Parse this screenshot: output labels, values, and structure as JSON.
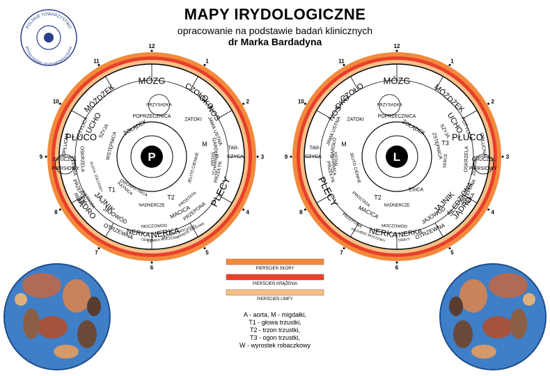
{
  "header": {
    "title": "MAPY IRYDOLOGICZNE",
    "subtitle": "opracowanie na podstawie badań klinicznych",
    "author": "dr Marka Bardadyna"
  },
  "logo": {
    "text_top": "POLSKIE TOWARZYSTWO",
    "text_bottom": "IRYDOLOGÓW I IRYDOMORFOLOGÓW"
  },
  "colors": {
    "ring_orange": "#f28a3c",
    "ring_red": "#e8402a",
    "ring_light": "#f7c089",
    "scene_blue": "#3f7fc7"
  },
  "left_iris": {
    "pupil_letter": "P",
    "hours": [
      "12",
      "1",
      "2",
      "3",
      "4",
      "5",
      "6",
      "7",
      "8",
      "9",
      "10",
      "11"
    ],
    "labels": [
      {
        "t": "MÓZG"
      },
      {
        "t": "PRZYSADKA"
      },
      {
        "t": "CZOŁO"
      },
      {
        "t": "OKO"
      },
      {
        "t": "NOS"
      },
      {
        "t": "ZATOKI"
      },
      {
        "t": "JAMA USTNA"
      },
      {
        "t": "M"
      },
      {
        "t": "GARDŁO"
      },
      {
        "t": "TAR-"
      },
      {
        "t": "CZYCA"
      },
      {
        "t": "KRTAŃ"
      },
      {
        "t": "TCHAWICA"
      },
      {
        "t": "PRZEŁYK"
      },
      {
        "t": "PLECY"
      },
      {
        "t": "PRZEPONA"
      },
      {
        "t": "MÓŻDŻEK"
      },
      {
        "t": "UCHO"
      },
      {
        "t": "POTYLICA"
      },
      {
        "t": "SZYJA"
      },
      {
        "t": "OPŁUCNA"
      },
      {
        "t": "PŁUCO"
      },
      {
        "t": "OSKRZELA"
      },
      {
        "t": "ŻEBRA"
      },
      {
        "t": "GRUCZOŁ"
      },
      {
        "t": "PIERSIOWY"
      },
      {
        "t": "PRZEPONA"
      },
      {
        "t": "REKA"
      },
      {
        "t": "WĄTROBA"
      },
      {
        "t": "JAJNIK"
      },
      {
        "t": "JĄDRO"
      },
      {
        "t": "JAJOWÓD"
      },
      {
        "t": "OTRZEWNA"
      },
      {
        "t": "NERKA"
      },
      {
        "t": "NERKA"
      },
      {
        "t": "MACICA"
      },
      {
        "t": "PROSTATA"
      },
      {
        "t": "T1"
      },
      {
        "t": "T2"
      },
      {
        "t": "ŻOŁĄDEK"
      },
      {
        "t": "POPRZECZNICA"
      },
      {
        "t": "WSTĘPNICA"
      },
      {
        "t": "DWUNASTNICA"
      },
      {
        "t": "KĄTNICA"
      },
      {
        "t": "JELITO CIENKIE"
      },
      {
        "t": "NADNERCZE"
      },
      {
        "t": "MOCZOWÓD"
      },
      {
        "t": "PĘCHERZ MOCZOWY"
      },
      {
        "t": "CEWKA MOCZOWA"
      },
      {
        "t": "PRĄCIE POCHWA"
      },
      {
        "t": "ODBYT"
      },
      {
        "t": "PŁECH. ŻÓŁCIOWY"
      }
    ]
  },
  "right_iris": {
    "pupil_letter": "L",
    "hours": [
      "12",
      "1",
      "2",
      "3",
      "4",
      "5",
      "6",
      "7",
      "8",
      "9",
      "10",
      "11"
    ],
    "labels": [
      {
        "t": "MÓZG"
      },
      {
        "t": "PRZYSADKA"
      },
      {
        "t": "CZOŁO"
      },
      {
        "t": "OKO"
      },
      {
        "t": "NOS"
      },
      {
        "t": "ZATOKI"
      },
      {
        "t": "JAMA USTNA"
      },
      {
        "t": "M"
      },
      {
        "t": "GARDŁO"
      },
      {
        "t": "TAR-"
      },
      {
        "t": "CZYCA"
      },
      {
        "t": "KRTAŃ"
      },
      {
        "t": "TCHAWICA"
      },
      {
        "t": "PRZEŁYK"
      },
      {
        "t": "PLECY"
      },
      {
        "t": "MÓŻDŻEK"
      },
      {
        "t": "UCHO"
      },
      {
        "t": "SZYJA"
      },
      {
        "t": "POTYLICA"
      },
      {
        "t": "OPŁUCNA"
      },
      {
        "t": "PŁUCO"
      },
      {
        "t": "OSKRZELA"
      },
      {
        "t": "ŻEBRA"
      },
      {
        "t": "GRUCZOŁ"
      },
      {
        "t": "PIERSIOWY"
      },
      {
        "t": "PRZEPONA"
      },
      {
        "t": "REKA"
      },
      {
        "t": "ŚLEDZIONA"
      },
      {
        "t": "JAJNIK"
      },
      {
        "t": "JĄDRO"
      },
      {
        "t": "JAJOWÓD"
      },
      {
        "t": "OTRZEWNA"
      },
      {
        "t": "NERKA"
      },
      {
        "t": "NERKA"
      },
      {
        "t": "MACICA"
      },
      {
        "t": "PROSTATA"
      },
      {
        "t": "T2"
      },
      {
        "t": "T3"
      },
      {
        "t": "SERCE"
      },
      {
        "t": "ŻOŁĄDEK"
      },
      {
        "t": "POPRZECZNICA"
      },
      {
        "t": "ZSTĘPNICA"
      },
      {
        "t": "ESICA"
      },
      {
        "t": "JELITO CIENKIE"
      },
      {
        "t": "NADNERCZE"
      },
      {
        "t": "MOCZOWÓD"
      },
      {
        "t": "PRZEPONA"
      },
      {
        "t": "ODBYT"
      },
      {
        "t": "PĘCHERZ MOCZOWY"
      }
    ]
  },
  "rings_legend": [
    {
      "label": "PIERŚCIEŃ SKÓRY",
      "color": "#f28a3c"
    },
    {
      "label": "PIERŚCIEŃ KRĄŻENIA",
      "color": "#e8402a"
    },
    {
      "label": "PIERŚCIEŃ LIMFY",
      "color": "#f7c089"
    }
  ],
  "abbrev": [
    "A - aorta, M - migdałki,",
    "T1 - głowa trzustki,",
    "T2 - trzon trzustki,",
    "T3 - ogon trzustki,",
    "W - wyrostek robaczkowy"
  ]
}
